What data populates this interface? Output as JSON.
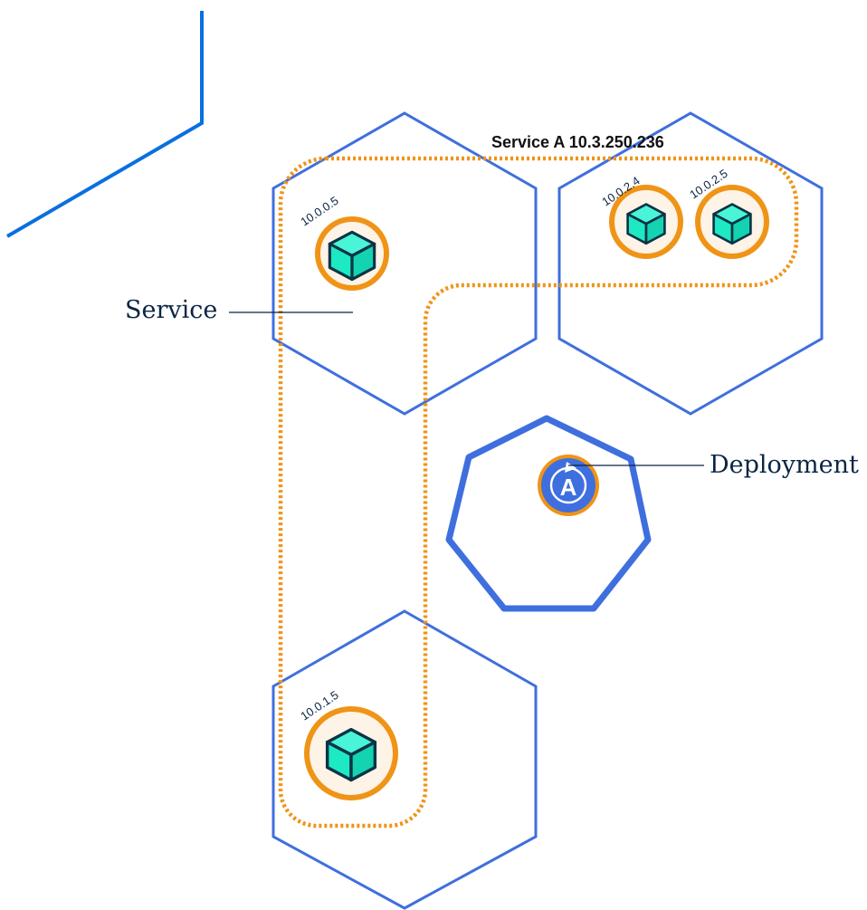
{
  "service_title": "Service A 10.3.250.236",
  "labels": {
    "service": "Service",
    "deployment": "Deployment"
  },
  "deployment_badge": "A",
  "pods": [
    {
      "ip": "10.0.0.5",
      "icon": "cube-icon"
    },
    {
      "ip": "10.0.2.4",
      "icon": "cube-icon"
    },
    {
      "ip": "10.0.2.5",
      "icon": "cube-icon"
    },
    {
      "ip": "10.0.1.5",
      "icon": "cube-icon"
    }
  ],
  "colors": {
    "node_border": "#3f6fde",
    "accent_line": "#0a6fe0",
    "service_dash": "#ef9416",
    "pod_ring": "#ef9416",
    "pod_fill": "#fdf3e6",
    "cube_fill": "#1de9c3",
    "cube_stroke": "#0b3346",
    "text": "#0b2545"
  }
}
